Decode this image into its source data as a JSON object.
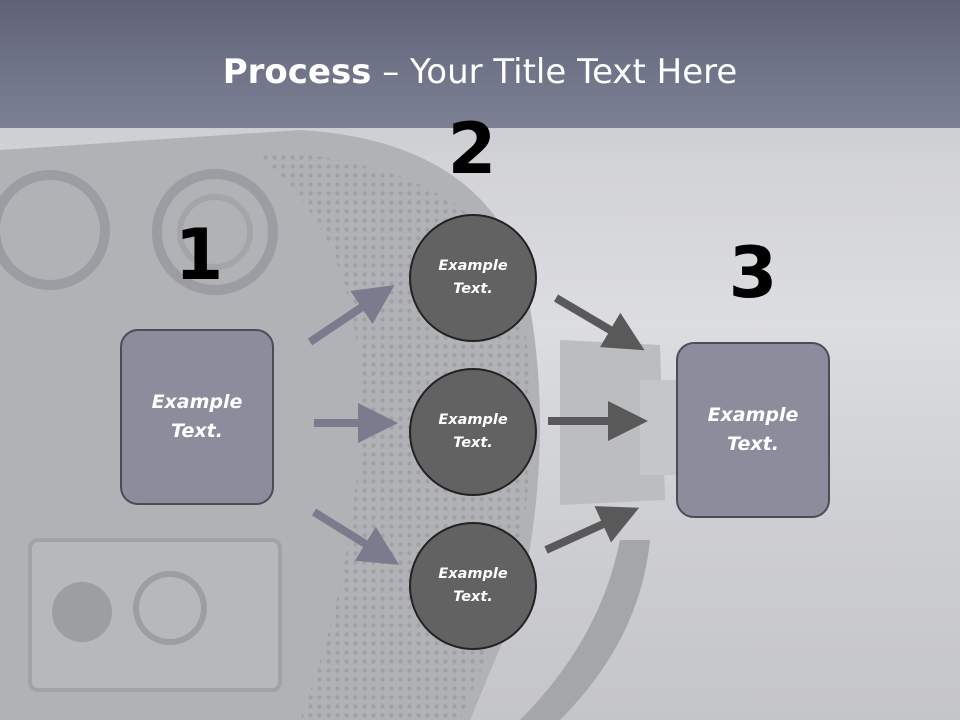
{
  "title": {
    "bold": "Process",
    "rest": " – Your Title Text Here"
  },
  "steps": {
    "one": {
      "number": "1",
      "text_line1": "Example",
      "text_line2": "Text."
    },
    "two": {
      "number": "2",
      "circles": [
        {
          "text_line1": "Example",
          "text_line2": "Text."
        },
        {
          "text_line1": "Example",
          "text_line2": "Text."
        },
        {
          "text_line1": "Example",
          "text_line2": "Text."
        }
      ]
    },
    "three": {
      "number": "3",
      "text_line1": "Example",
      "text_line2": "Text."
    }
  },
  "colors": {
    "title_band": "#6b6e82",
    "box_fill": "#8b8d9c",
    "circle_fill": "#626262",
    "arrow_left": "#7a7c8e",
    "arrow_right": "#595959"
  }
}
